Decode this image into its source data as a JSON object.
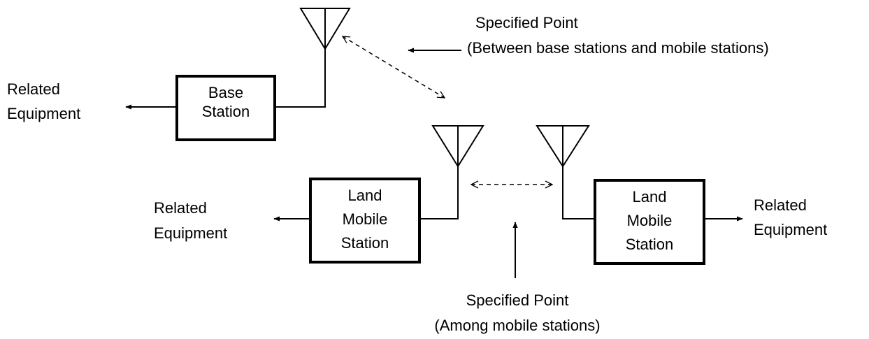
{
  "base_station": {
    "label_line1": "Base",
    "label_line2": "Station"
  },
  "base_related_equipment": {
    "line1": "Related",
    "line2": "Equipment"
  },
  "land_mobile_left": {
    "label_line1": "Land",
    "label_line2": "Mobile",
    "label_line3": "Station"
  },
  "land_mobile_right": {
    "label_line1": "Land",
    "label_line2": "Mobile",
    "label_line3": "Station"
  },
  "left_related_equipment": {
    "line1": "Related",
    "line2": "Equipment"
  },
  "right_related_equipment": {
    "line1": "Related",
    "line2": "Equipment"
  },
  "specified_point_base_mobile": {
    "line1": "Specified Point",
    "line2": "(Between base stations and mobile stations)"
  },
  "specified_point_mobile_mobile": {
    "line1": "Specified Point",
    "line2": "(Among mobile stations)"
  },
  "colors": {
    "stroke": "#000000",
    "background": "#ffffff"
  }
}
